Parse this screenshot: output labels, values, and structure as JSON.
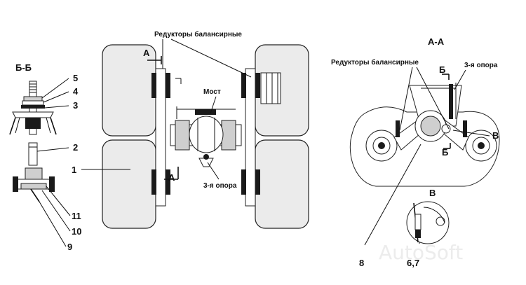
{
  "labels": {
    "section_bb": "Б-Б",
    "section_aa": "А-А",
    "section_v": "В",
    "balancer_reducers_top": "Редукторы балансирные",
    "balancer_reducers_right": "Редукторы балансирные",
    "axle": "Мост",
    "third_support_mid": "3-я опора",
    "third_support_right": "3-я опора",
    "mark_a_top": "А",
    "mark_a_bottom": "А",
    "mark_b_top": "Б",
    "mark_b_bottom": "Б",
    "mark_v": "В",
    "n1": "1",
    "n2": "2",
    "n3": "3",
    "n4": "4",
    "n5": "5",
    "n8": "8",
    "n9": "9",
    "n10": "10",
    "n11": "11",
    "n67": "6,7"
  },
  "watermark": "AutoSoft",
  "colors": {
    "ink": "#111111",
    "tire_fill": "#ebebeb",
    "metal": "#cfcfcf",
    "watermark": "#ececec"
  }
}
